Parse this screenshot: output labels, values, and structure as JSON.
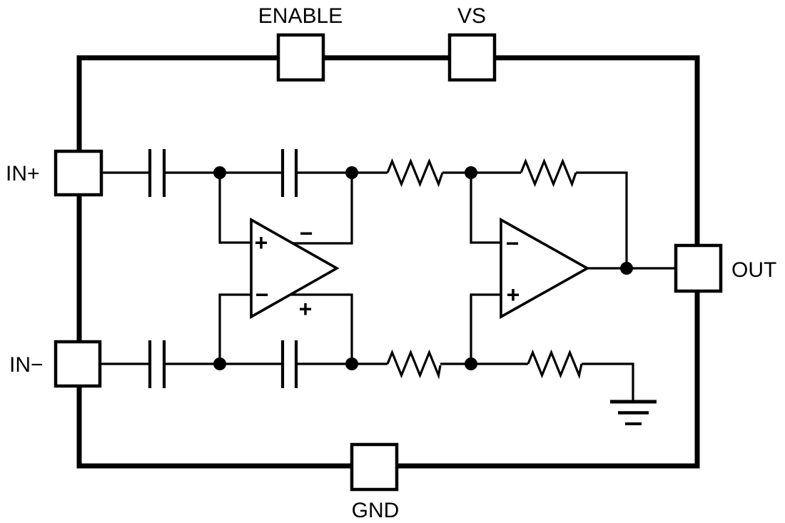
{
  "figure": {
    "type": "amplifier-functional-block-diagram",
    "background_color": "#ffffff",
    "line_color": "#000000",
    "pins": {
      "enable": {
        "label": "ENABLE",
        "side": "top"
      },
      "vs": {
        "label": "VS",
        "side": "top"
      },
      "in_plus": {
        "label": "IN+",
        "side": "left"
      },
      "in_minus": {
        "label": "IN−",
        "side": "left"
      },
      "out": {
        "label": "OUT",
        "side": "right"
      },
      "gnd": {
        "label": "GND",
        "side": "bottom"
      }
    },
    "amplifiers": {
      "diff_amp": {
        "input_top": "+",
        "output_top": "−",
        "input_bottom": "−",
        "output_bottom": "+"
      },
      "output_amp": {
        "input_top": "−",
        "input_bottom": "+"
      }
    },
    "components": {
      "input_coupling_capacitors": 2,
      "feedback_capacitors": 2,
      "resistors": 4,
      "ground_symbol": true,
      "junction_dots": 7
    }
  }
}
